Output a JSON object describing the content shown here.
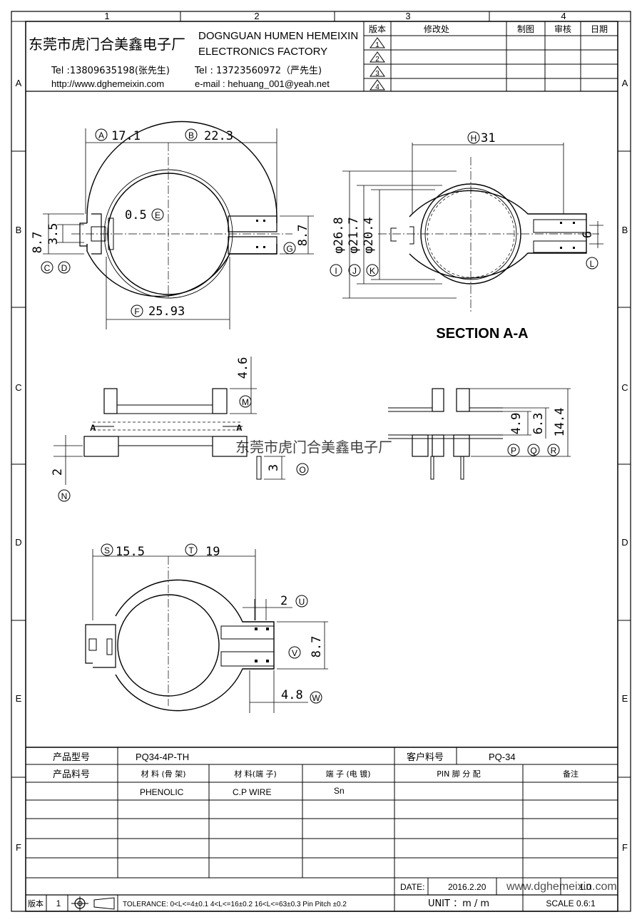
{
  "grid": {
    "columns": [
      "1",
      "2",
      "3",
      "4"
    ],
    "rows": [
      "A",
      "B",
      "C",
      "D",
      "E",
      "F"
    ]
  },
  "company": {
    "name_cn": "东莞市虎门合美鑫电子厂",
    "name_en_line1": "DOGNGUAN HUMEN HEMEIXIN",
    "name_en_line2": "ELECTRONICS FACTORY",
    "tel1": "Tel :13809635198(张先生)",
    "tel2": "Tel : 13723560972（严先生)",
    "website": "http://www.dghemeixin.com",
    "email": "e-mail : hehuang_001@yeah.net"
  },
  "revision_table": {
    "headers": [
      "版本",
      "修改处",
      "制图",
      "审核",
      "日期"
    ],
    "rows": [
      "1",
      "2",
      "3",
      "4"
    ]
  },
  "drawing": {
    "section_title": "SECTION A-A",
    "section_marker": "A",
    "watermark": "东莞市虎门合美鑫电子厂",
    "top_view": {
      "A": "17.1",
      "B": "22.3",
      "C": "8.7",
      "D": "3.5",
      "E": "0.5",
      "F": "25.93",
      "G": "8.7"
    },
    "section_view": {
      "H": "31",
      "I": "φ26.8",
      "J": "φ21.7",
      "K": "φ20.4",
      "L": "6"
    },
    "front_view": {
      "M": "4.6",
      "N": "2",
      "O": "3"
    },
    "side_view": {
      "P": "4.9",
      "Q": "6.3",
      "R": "14.4"
    },
    "bottom_view": {
      "S": "15.5",
      "T": "19",
      "U": "2",
      "V": "8.7",
      "W": "4.8"
    }
  },
  "title_block": {
    "product_model_label": "产品型号",
    "product_model": "PQ34-4P-TH",
    "customer_part_label": "客户料号",
    "customer_part": "PQ-34",
    "product_part_label": "产品料号",
    "material_bobbin_label": "材 料 (骨 架)",
    "material_pin_label": "材 料(端 子)",
    "plating_label": "端 子 (电 镀)",
    "pin_assign_label": "PIN 脚 分 配",
    "remark_label": "备注",
    "material_bobbin": "PHENOLIC",
    "material_pin": "C.P WIRE",
    "plating": "Sn",
    "date_label": "DATE:",
    "date": "2016.2.20",
    "version_label": "版本",
    "version": "1",
    "tolerance": "TOLERANCE:  0<L<=4±0.1  4<L<=16±0.2  16<L<=63±0.3  Pin Pitch  ±0.2",
    "unit": "UNIT ：m / m",
    "scale": "SCALE  0.6:1",
    "page_fragment": "1.0",
    "footer_watermark": "www.dghemeixin.com"
  }
}
